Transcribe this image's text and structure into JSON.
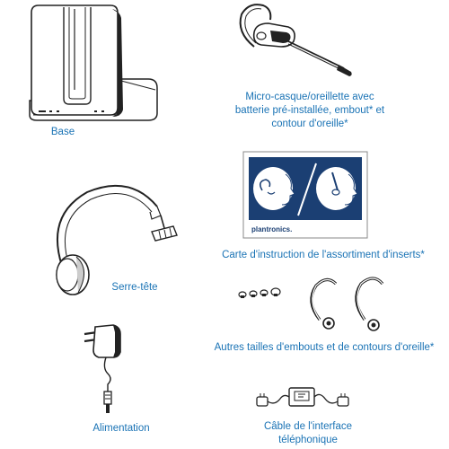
{
  "items": {
    "base": {
      "caption": "Base"
    },
    "headset": {
      "caption_lines": [
        "Micro-casque/oreillette avec",
        "batterie pré-installée, embout* et",
        "contour d'oreille*"
      ]
    },
    "instruction_card": {
      "brand": "plantronics.",
      "caption": "Carte d'instruction de l'assortiment d'inserts*"
    },
    "headband": {
      "caption": "Serre-tête"
    },
    "eartips": {
      "caption": "Autres tailles d'embouts et de contours d'oreille*"
    },
    "power": {
      "caption": "Alimentation"
    },
    "cable": {
      "caption_lines": [
        "Câble de l'interface",
        "téléphonique"
      ]
    }
  },
  "colors": {
    "caption": "#1a73b5",
    "card_blue": "#1b3f73",
    "line": "#222222"
  }
}
